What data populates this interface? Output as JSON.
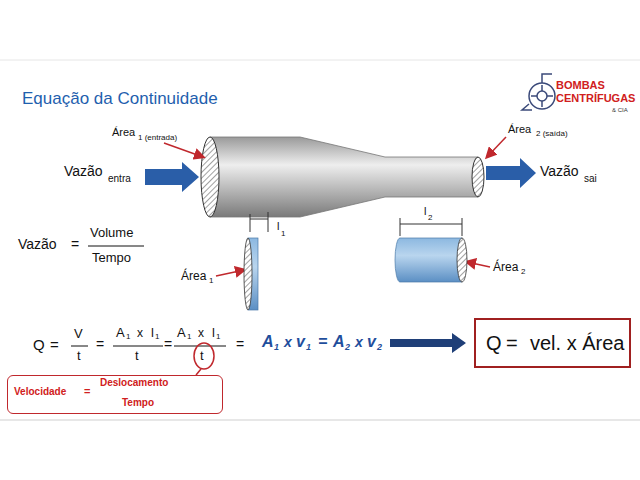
{
  "diagram": {
    "title": "Equação da Continuidade",
    "nodes": [
      {
        "text": [
          "Q",
          "=",
          "vel. x Área"
        ]
      },
      {
        "text": [
          "Velocidade",
          "=",
          "Deslocamento",
          "Tempo"
        ]
      }
    ],
    "labels": [
      "BOMBAS",
      "CENTRÍFUGAS",
      "& CIA",
      "Área",
      "1 (entrada)",
      "Área",
      "2 (saída)",
      "Vazão",
      "entra",
      "Vazão",
      "sai",
      "l",
      "1",
      "l",
      "2",
      "Vazão",
      "=",
      "Volume",
      "Tempo",
      "Área",
      "1",
      "Área",
      "2",
      "Q",
      "=",
      "V",
      "t",
      "=",
      "A",
      "1",
      "x",
      "l",
      "1",
      "t",
      "=",
      "A",
      "1",
      "x",
      "l",
      "1",
      "t",
      "=",
      "A",
      "1",
      "x",
      "v",
      "1",
      "=",
      "A",
      "2",
      "x",
      "v",
      "2"
    ]
  }
}
